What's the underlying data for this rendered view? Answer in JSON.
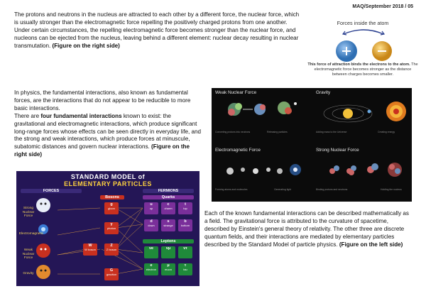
{
  "header": {
    "doc_id": "MAQ/September 2018 / 05"
  },
  "para1": {
    "text": "The protons and neutrons in the nucleus are attracted to each other by a different force, the nuclear force, which is usually stronger than the electromagnetic force repelling the positively charged protons from one another. Under certain circumstances, the repelling electromagnetic force becomes stronger than the nuclear force, and nucleons can be ejected from the nucleus, leaving behind a different element: nuclear decay resulting in nuclear transmutation.",
    "figref": "(Figure on the right side)"
  },
  "para2": {
    "text": "In physics, the fundamental interactions, also known as fundamental forces, are the interactions that do not appear to be reducible to more basic interactions.",
    "line2_pre": "There are",
    "line2_bold": "four fundamental interactions",
    "line2_post": "known to exist: the gravitational and electromagnetic interactions, which produce significant long-range forces whose effects can be seen directly in everyday life, and the strong and weak interactions, which produce forces at minuscule, subatomic distances and govern nuclear interactions.",
    "figref": "(Figure on the right side)"
  },
  "para3": {
    "text": "Each of the known fundamental interactions can be described mathematically as a field. The gravitational force is attributed to the curvature of spacetime, described by Einstein's general theory of relativity. The other three are discrete quantum fields, and their interactions are mediated by elementary particles described by the Standard Model of particle physics.",
    "figref": "(Figure on the left side)"
  },
  "atom_figure": {
    "title": "Forces inside the atom",
    "caption_bold": "This force of attraction binds the electrons to the atom.",
    "caption": "The electromagnetic force becomes stronger as the distance between charges becomes smaller.",
    "colors": {
      "left": "#3d7fc7",
      "right": "#e0a12a",
      "arrow": "#2a3f8f"
    }
  },
  "forces_figure": {
    "panels": [
      {
        "label": "Weak Nuclear Force",
        "captions": [
          "Converting protons into neutrons",
          "Releasing particles",
          ""
        ]
      },
      {
        "label": "Gravity",
        "captions": [
          "Adding mass to the Universe",
          "Creating energy"
        ]
      },
      {
        "label": "Electromagnetic Force",
        "captions": [
          "Forming atoms and molecules",
          "Generating light"
        ]
      },
      {
        "label": "Strong Nuclear Force",
        "captions": [
          "Binding protons and neutrons",
          "Holding the nucleus"
        ]
      }
    ]
  },
  "standard_model": {
    "title1": "STANDARD MODEL of",
    "title2": "ELEMENTARY PARTICLES",
    "forces_header": "FORCES",
    "bosons_header": "Bosons",
    "fermions_header": "FERMIONS",
    "quarks_header": "Quarks",
    "leptons_header": "Leptons",
    "forces": [
      "Strong Nuclear Force",
      "Electromagnetic",
      "Weak Nuclear Force",
      "Gravity"
    ],
    "bosons": [
      {
        "sym": "g",
        "name": "gluon"
      },
      {
        "sym": "γ",
        "name": "photon"
      },
      {
        "sym": "W",
        "name": "W boson"
      },
      {
        "sym": "Z",
        "name": "Z boson"
      },
      {
        "sym": "G",
        "name": "graviton"
      }
    ],
    "quarks": [
      {
        "sym": "u",
        "name": "up"
      },
      {
        "sym": "c",
        "name": "charm"
      },
      {
        "sym": "t",
        "name": "top"
      },
      {
        "sym": "d",
        "name": "down"
      },
      {
        "sym": "s",
        "name": "strange"
      },
      {
        "sym": "b",
        "name": "bottom"
      }
    ],
    "leptons": [
      {
        "sym": "νe",
        "name": "electron neutrino"
      },
      {
        "sym": "νμ",
        "name": "muon neutrino"
      },
      {
        "sym": "ντ",
        "name": "tau neutrino"
      },
      {
        "sym": "e",
        "name": "electron"
      },
      {
        "sym": "μ",
        "name": "muon"
      },
      {
        "sym": "τ",
        "name": "tau"
      }
    ],
    "colors": {
      "bg": "#241656",
      "quark": "#7a2f9a",
      "lepton": "#1f8a3a",
      "boson": "#c9301f",
      "title2": "#ffd23f"
    }
  }
}
